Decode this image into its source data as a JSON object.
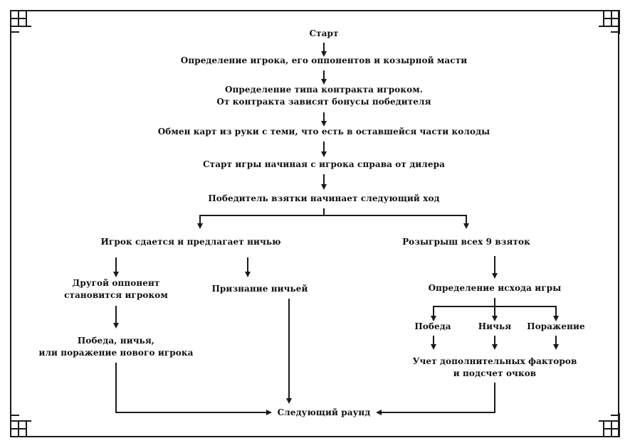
{
  "diagram": {
    "title_present": false,
    "language": "ru",
    "colors": {
      "ink": "#1a1a1a",
      "text": "#101010",
      "background": "#ffffff"
    },
    "nodes": {
      "start": "Старт",
      "define_player": "Определение игрока, его оппонентов и козырной масти",
      "define_contract_line1": "Определение типа контракта игроком.",
      "define_contract_line2": "От контракта зависят бонусы победителя",
      "exchange_cards": "Обмен карт из руки с теми, что есть в оставшейся части колоды",
      "start_play": "Старт игры начиная с игрока справа от дилера",
      "trick_winner": "Победитель взятки начинает следующий ход",
      "player_concedes": "Игрок сдается и предлагает ничью",
      "play_all_tricks": "Розыгрыш всех 9 взяток",
      "other_opponent_line1": "Другой оппонент",
      "other_opponent_line2": "становится игроком",
      "draw_accepted": "Признание ничьей",
      "determine_outcome": "Определение исхода игры",
      "new_player_result_line1": "Победа, ничья,",
      "new_player_result_line2": "или поражение нового игрока",
      "outcome_win": "Победа",
      "outcome_draw": "Ничья",
      "outcome_loss": "Поражение",
      "extra_factors_line1": "Учет дополнительных факторов",
      "extra_factors_line2": "и подсчет очков",
      "next_round": "Следующий раунд"
    }
  }
}
